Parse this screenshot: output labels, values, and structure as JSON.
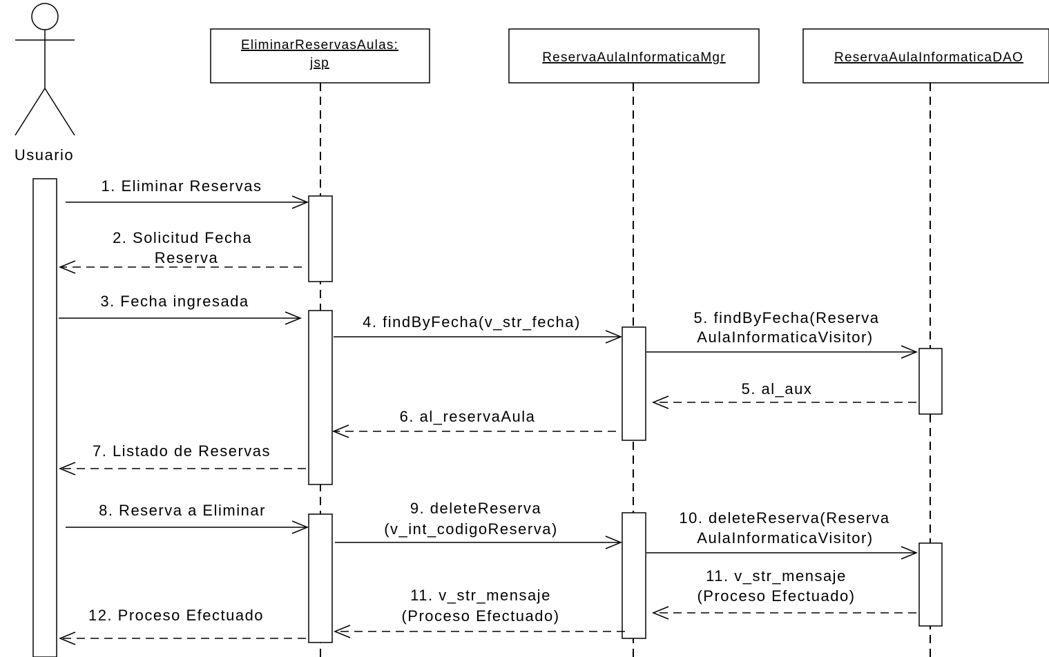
{
  "actor": {
    "name": "Usuario"
  },
  "lifelines": [
    {
      "id": "jsp",
      "lines": [
        "EliminarReservasAulas:",
        "jsp"
      ]
    },
    {
      "id": "mgr",
      "lines": [
        "ReservaAulaInformaticaMgr"
      ]
    },
    {
      "id": "dao",
      "lines": [
        "ReservaAulaInformaticaDAO"
      ]
    }
  ],
  "messages": [
    {
      "id": "m1",
      "from": "actor",
      "to": "jsp",
      "kind": "call",
      "lines": [
        "1. Eliminar Reservas"
      ]
    },
    {
      "id": "m2",
      "from": "jsp",
      "to": "actor",
      "kind": "return",
      "lines": [
        "2. Solicitud Fecha",
        "Reserva"
      ]
    },
    {
      "id": "m3",
      "from": "actor",
      "to": "jsp",
      "kind": "call",
      "lines": [
        "3. Fecha ingresada"
      ]
    },
    {
      "id": "m4",
      "from": "jsp",
      "to": "mgr",
      "kind": "call",
      "lines": [
        "4. findByFecha(v_str_fecha)"
      ]
    },
    {
      "id": "m5",
      "from": "mgr",
      "to": "dao",
      "kind": "call",
      "lines": [
        "5. findByFecha(Reserva",
        "AulaInformaticaVisitor)"
      ]
    },
    {
      "id": "m5r",
      "from": "dao",
      "to": "mgr",
      "kind": "return",
      "lines": [
        "5. al_aux"
      ]
    },
    {
      "id": "m6",
      "from": "mgr",
      "to": "jsp",
      "kind": "return",
      "lines": [
        "6. al_reservaAula"
      ]
    },
    {
      "id": "m7",
      "from": "jsp",
      "to": "actor",
      "kind": "return",
      "lines": [
        "7. Listado de Reservas"
      ]
    },
    {
      "id": "m8",
      "from": "actor",
      "to": "jsp",
      "kind": "call",
      "lines": [
        "8. Reserva a Eliminar"
      ]
    },
    {
      "id": "m9",
      "from": "jsp",
      "to": "mgr",
      "kind": "call",
      "lines": [
        "9. deleteReserva",
        "(v_int_codigoReserva)"
      ]
    },
    {
      "id": "m10",
      "from": "mgr",
      "to": "dao",
      "kind": "call",
      "lines": [
        "10. deleteReserva(Reserva",
        "AulaInformaticaVisitor)"
      ]
    },
    {
      "id": "m11a",
      "from": "dao",
      "to": "mgr",
      "kind": "return",
      "lines": [
        "11. v_str_mensaje",
        "(Proceso Efectuado)"
      ]
    },
    {
      "id": "m11b",
      "from": "mgr",
      "to": "jsp",
      "kind": "return",
      "lines": [
        "11. v_str_mensaje",
        "(Proceso Efectuado)"
      ]
    },
    {
      "id": "m12",
      "from": "jsp",
      "to": "actor",
      "kind": "return",
      "lines": [
        "12. Proceso Efectuado"
      ]
    }
  ]
}
